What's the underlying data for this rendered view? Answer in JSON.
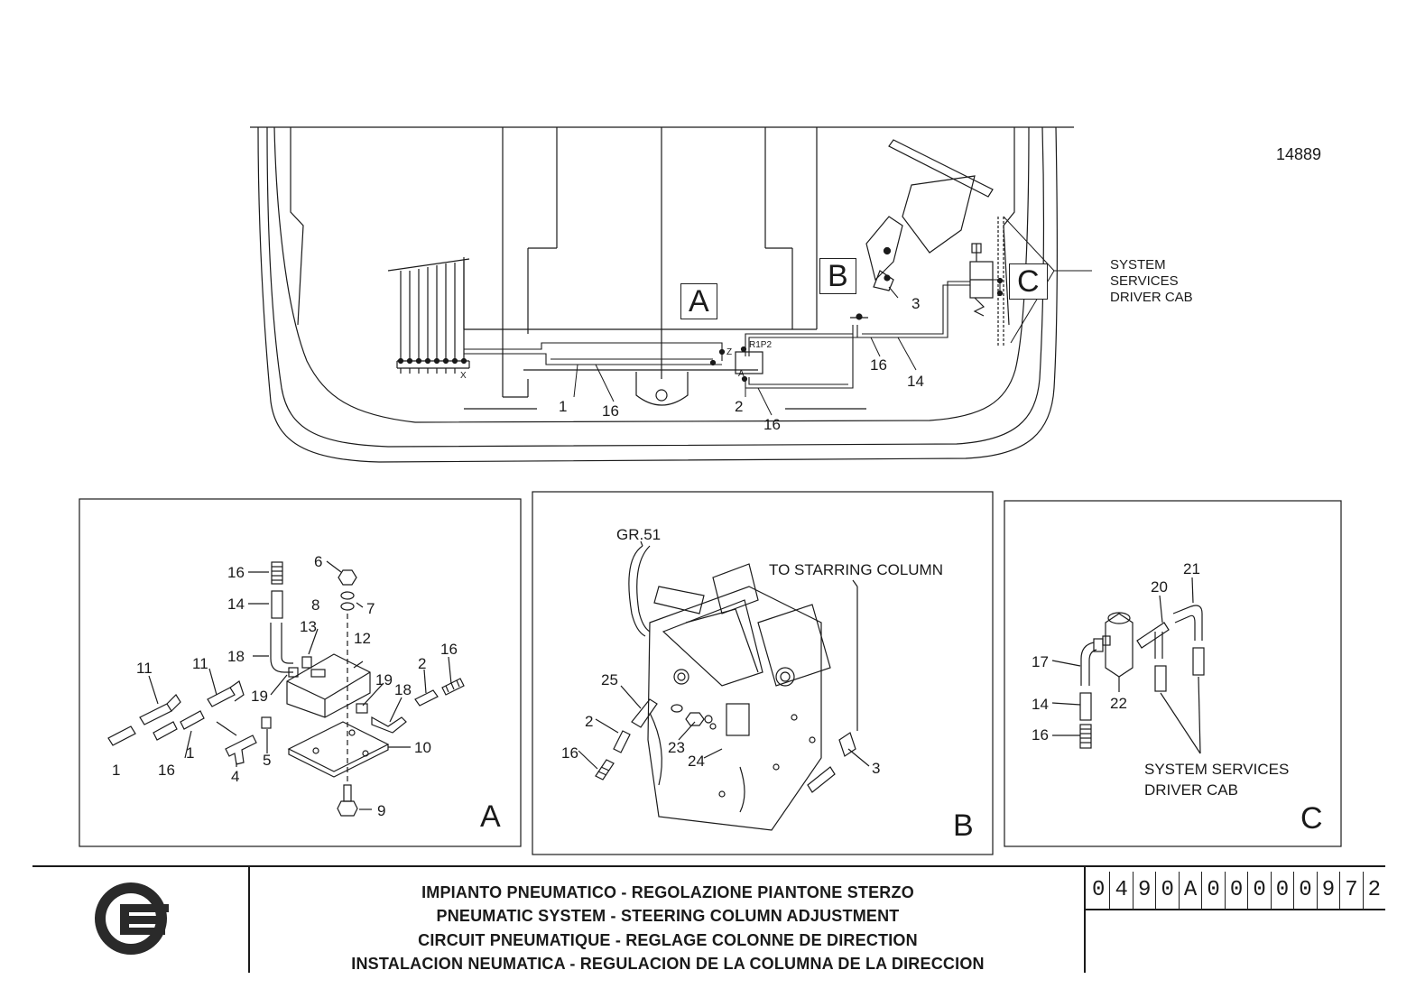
{
  "drawing_number": "14889",
  "overview": {
    "zone_labels": [
      "A",
      "B",
      "C"
    ],
    "system_note": "SYSTEM\nSERVICES\nDRIVER CAB",
    "valve_label": "R1P2",
    "port_labels": {
      "z": "Z",
      "a": "A",
      "x": "X"
    },
    "callouts": [
      "1",
      "16",
      "2",
      "16",
      "3",
      "16",
      "14"
    ]
  },
  "panel_a": {
    "letter": "A",
    "callouts": [
      "16",
      "6",
      "14",
      "8",
      "7",
      "18",
      "13",
      "12",
      "11",
      "11",
      "19",
      "19",
      "18",
      "2",
      "16",
      "1",
      "16",
      "1",
      "4",
      "5",
      "10",
      "9"
    ]
  },
  "panel_b": {
    "letter": "B",
    "group_ref": "GR.51",
    "note": "TO STARRING COLUMN",
    "callouts": [
      "25",
      "2",
      "16",
      "23",
      "24",
      "3"
    ]
  },
  "panel_c": {
    "letter": "C",
    "note": "SYSTEM SERVICES\nDRIVER CAB",
    "callouts": [
      "21",
      "20",
      "17",
      "22",
      "14",
      "16"
    ]
  },
  "title_block": {
    "lines": [
      "IMPIANTO PNEUMATICO - REGOLAZIONE PIANTONE STERZO",
      "PNEUMATIC SYSTEM - STEERING COLUMN ADJUSTMENT",
      "CIRCUIT PNEUMATIQUE - REGLAGE COLONNE DE DIRECTION",
      "INSTALACION NEUMATICA - REGULACION DE LA COLUMNA DE LA DIRECCION"
    ],
    "code_chars": [
      "0",
      "4",
      "9",
      "0",
      "A",
      "0",
      "0",
      "0",
      "0",
      "0",
      "9",
      "7",
      "2"
    ]
  },
  "colors": {
    "line": "#1a1a1a",
    "background": "#ffffff"
  }
}
